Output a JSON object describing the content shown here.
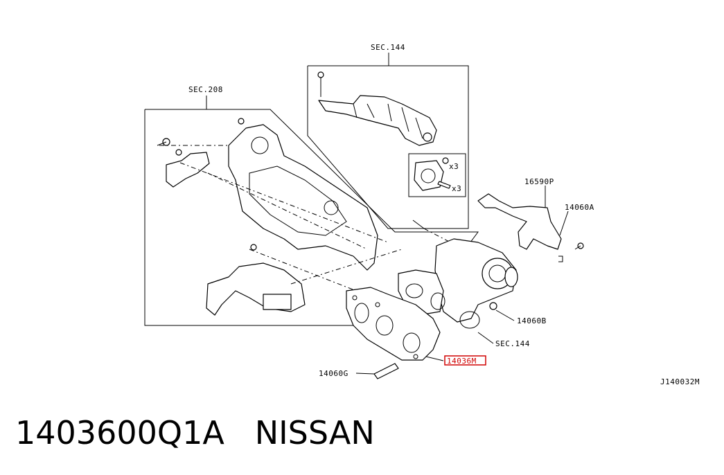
{
  "callouts": {
    "sec144_top": "SEC.144",
    "sec208": "SEC.208",
    "p16590p": "16590P",
    "p14060a": "14060A",
    "p14060b": "14060B",
    "sec144_mid": "SEC.144",
    "p14036m": "14036M",
    "p14060g": "14060G",
    "x3_a": "x3",
    "x3_b": "x3",
    "drawing_id": "J140032M"
  },
  "caption": {
    "part_number": "1403600Q1A",
    "brand": "NISSAN"
  },
  "colors": {
    "highlight": "#d00000",
    "line": "#000000",
    "background": "#ffffff"
  }
}
